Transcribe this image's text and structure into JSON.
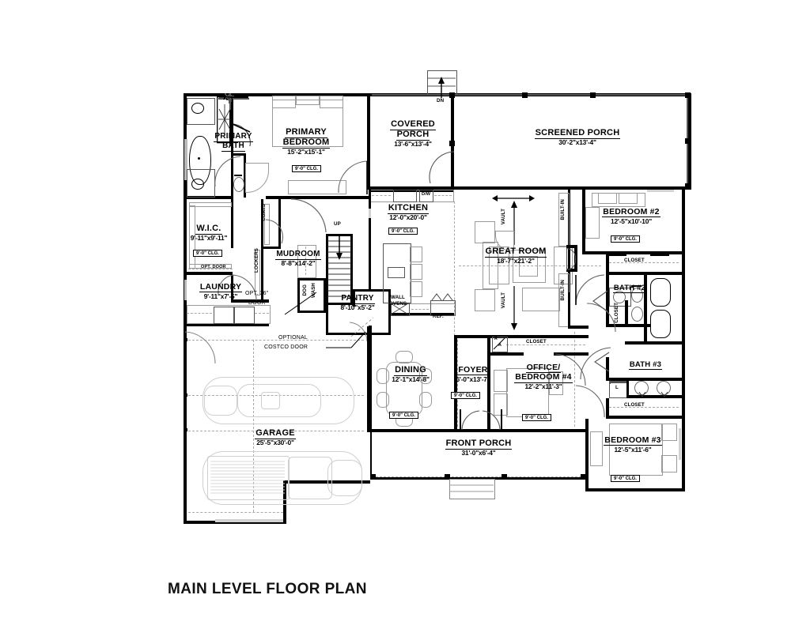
{
  "document": {
    "title": "MAIN LEVEL FLOOR PLAN",
    "type": "architectural-floor-plan",
    "line_color": "#000000",
    "background": "#ffffff",
    "furniture_color": "#cccccc"
  },
  "rooms": [
    {
      "id": "primary-bath",
      "name": "PRIMARY\nBATH",
      "name1": "PRIMARY",
      "name2": "BATH",
      "dimensions": "",
      "ceiling": ""
    },
    {
      "id": "primary-bedroom",
      "name": "PRIMARY BEDROOM",
      "name1": "PRIMARY",
      "name2": "BEDROOM",
      "dimensions": "15'-2\"x15'-1\"",
      "ceiling": "9'-0\" CLG."
    },
    {
      "id": "covered-porch",
      "name": "COVERED PORCH",
      "name1": "COVERED",
      "name2": "PORCH",
      "dimensions": "13'-6\"x13'-4\"",
      "ceiling": ""
    },
    {
      "id": "screened-porch",
      "name": "SCREENED PORCH",
      "name1": "SCREENED PORCH",
      "name2": "",
      "dimensions": "30'-2\"x13'-4\"",
      "ceiling": ""
    },
    {
      "id": "wic",
      "name": "W.I.C.",
      "name1": "W.I.C.",
      "name2": "",
      "dimensions": "9'-11\"x9'-11\"",
      "ceiling": "9'-0\" CLG."
    },
    {
      "id": "mudroom",
      "name": "MUDROOM",
      "name1": "MUDROOM",
      "name2": "",
      "dimensions": "8'-8\"x14'-2\"",
      "ceiling": ""
    },
    {
      "id": "kitchen",
      "name": "KITCHEN",
      "name1": "KITCHEN",
      "name2": "",
      "dimensions": "12'-0\"x20'-0\"",
      "ceiling": "9'-0\" CLG."
    },
    {
      "id": "great-room",
      "name": "GREAT ROOM",
      "name1": "GREAT ROOM",
      "name2": "",
      "dimensions": "18'-7\"x21'-2\"",
      "ceiling": ""
    },
    {
      "id": "bedroom-2",
      "name": "BEDROOM #2",
      "name1": "BEDROOM #2",
      "name2": "",
      "dimensions": "12'-5\"x10'-10\"",
      "ceiling": "9'-0\" CLG."
    },
    {
      "id": "laundry",
      "name": "LAUNDRY",
      "name1": "LAUNDRY",
      "name2": "",
      "dimensions": "9'-11\"x7'-5\"",
      "ceiling": ""
    },
    {
      "id": "pantry",
      "name": "PANTRY",
      "name1": "PANTRY",
      "name2": "",
      "dimensions": "8'-10\"x5'-2\"",
      "ceiling": ""
    },
    {
      "id": "bath-2",
      "name": "BATH #2",
      "name1": "BATH #2",
      "name2": "",
      "dimensions": "",
      "ceiling": ""
    },
    {
      "id": "bath-3",
      "name": "BATH #3",
      "name1": "BATH #3",
      "name2": "",
      "dimensions": "",
      "ceiling": ""
    },
    {
      "id": "dining",
      "name": "DINING",
      "name1": "DINING",
      "name2": "",
      "dimensions": "12'-1\"x14'-8\"",
      "ceiling": "9'-0\" CLG."
    },
    {
      "id": "foyer",
      "name": "FOYER",
      "name1": "FOYER",
      "name2": "",
      "dimensions": "6'-0\"x13'-7\"",
      "ceiling": "9'-0\" CLG."
    },
    {
      "id": "office-bedroom-4",
      "name": "OFFICE/ BEDROOM #4",
      "name1": "OFFICE/",
      "name2": "BEDROOM #4",
      "dimensions": "12'-2\"x11'-3\"",
      "ceiling": "9'-0\" CLG."
    },
    {
      "id": "garage",
      "name": "GARAGE",
      "name1": "GARAGE",
      "name2": "",
      "dimensions": "25'-5\"x30'-0\"",
      "ceiling": ""
    },
    {
      "id": "front-porch",
      "name": "FRONT PORCH",
      "name1": "FRONT PORCH",
      "name2": "",
      "dimensions": "31'-0\"x6'-4\"",
      "ceiling": ""
    },
    {
      "id": "bedroom-3",
      "name": "BEDROOM #3",
      "name1": "BEDROOM #3",
      "name2": "",
      "dimensions": "12'-5\"x11'-6\"",
      "ceiling": "9'-0\" CLG."
    }
  ],
  "annotations": {
    "stairs_up": "UP",
    "stairs_dn": "DN",
    "coats": "COATS",
    "lockers": "LOCKERS",
    "dog_wash_1": "DOG",
    "dog_wash_2": "WASH",
    "wall_ovens_1": "WALL",
    "wall_ovens_2": "OVENS",
    "refrigerator": "REF.",
    "dishwasher": "D/W",
    "vault_top": "VAULT",
    "vault_bottom": "VAULT",
    "built_in_top": "BUILT-IN",
    "built_in_bottom": "BUILT-IN",
    "closet_br2": "CLOSET",
    "closet_hall": "CLOSET",
    "closet_br3": "CLOSET",
    "closet_office": "CLOSET",
    "closet_vert": "CLOSET",
    "linen": "L",
    "return_air_r": "R",
    "return_air_a": "A",
    "opt_door_wic": "OPT. DOOR",
    "opt_36_door_1": "OPT. 36\"",
    "opt_36_door_2": "DOOR",
    "optional_costco_1": "OPTIONAL",
    "optional_costco_2": "COSTCO DOOR"
  }
}
